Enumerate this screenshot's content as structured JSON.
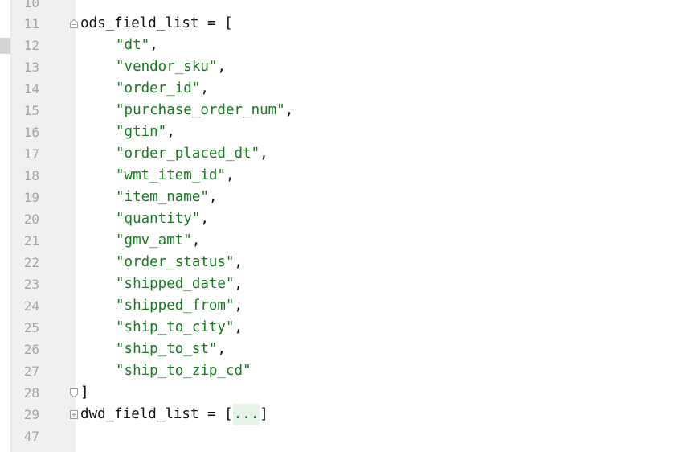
{
  "editor": {
    "line_10": "10",
    "top_block": {
      "line_num": "11",
      "name": "ods_field_list",
      "assign": " = ["
    },
    "items": [
      {
        "line": "12",
        "text": "\"dt\"",
        "sep": ","
      },
      {
        "line": "13",
        "text": "\"vendor_sku\"",
        "sep": ","
      },
      {
        "line": "14",
        "text": "\"order_id\"",
        "sep": ","
      },
      {
        "line": "15",
        "text": "\"purchase_order_num\"",
        "sep": ","
      },
      {
        "line": "16",
        "text": "\"gtin\"",
        "sep": ","
      },
      {
        "line": "17",
        "text": "\"order_placed_dt\"",
        "sep": ","
      },
      {
        "line": "18",
        "text": "\"wmt_item_id\"",
        "sep": ","
      },
      {
        "line": "19",
        "text": "\"item_name\"",
        "sep": ","
      },
      {
        "line": "20",
        "text": "\"quantity\"",
        "sep": ","
      },
      {
        "line": "21",
        "text": "\"gmv_amt\"",
        "sep": ","
      },
      {
        "line": "22",
        "text": "\"order_status\"",
        "sep": ","
      },
      {
        "line": "23",
        "text": "\"shipped_date\"",
        "sep": ","
      },
      {
        "line": "24",
        "text": "\"shipped_from\"",
        "sep": ","
      },
      {
        "line": "25",
        "text": "\"ship_to_city\"",
        "sep": ","
      },
      {
        "line": "26",
        "text": "\"ship_to_st\"",
        "sep": ","
      },
      {
        "line": "27",
        "text": "\"ship_to_zip_cd\"",
        "sep": ""
      }
    ],
    "close_line": {
      "line": "28",
      "text": "]"
    },
    "dwd_line": {
      "line": "29",
      "name": "dwd_field_list",
      "assign": " = [",
      "folded": "...",
      "close": "]"
    },
    "last_line": "47"
  },
  "colors": {
    "string": "#157a1e",
    "line_number": "#a6a6a6",
    "gutter_bg": "#f0f0f0",
    "folded_bg": "#e6f3e8"
  }
}
